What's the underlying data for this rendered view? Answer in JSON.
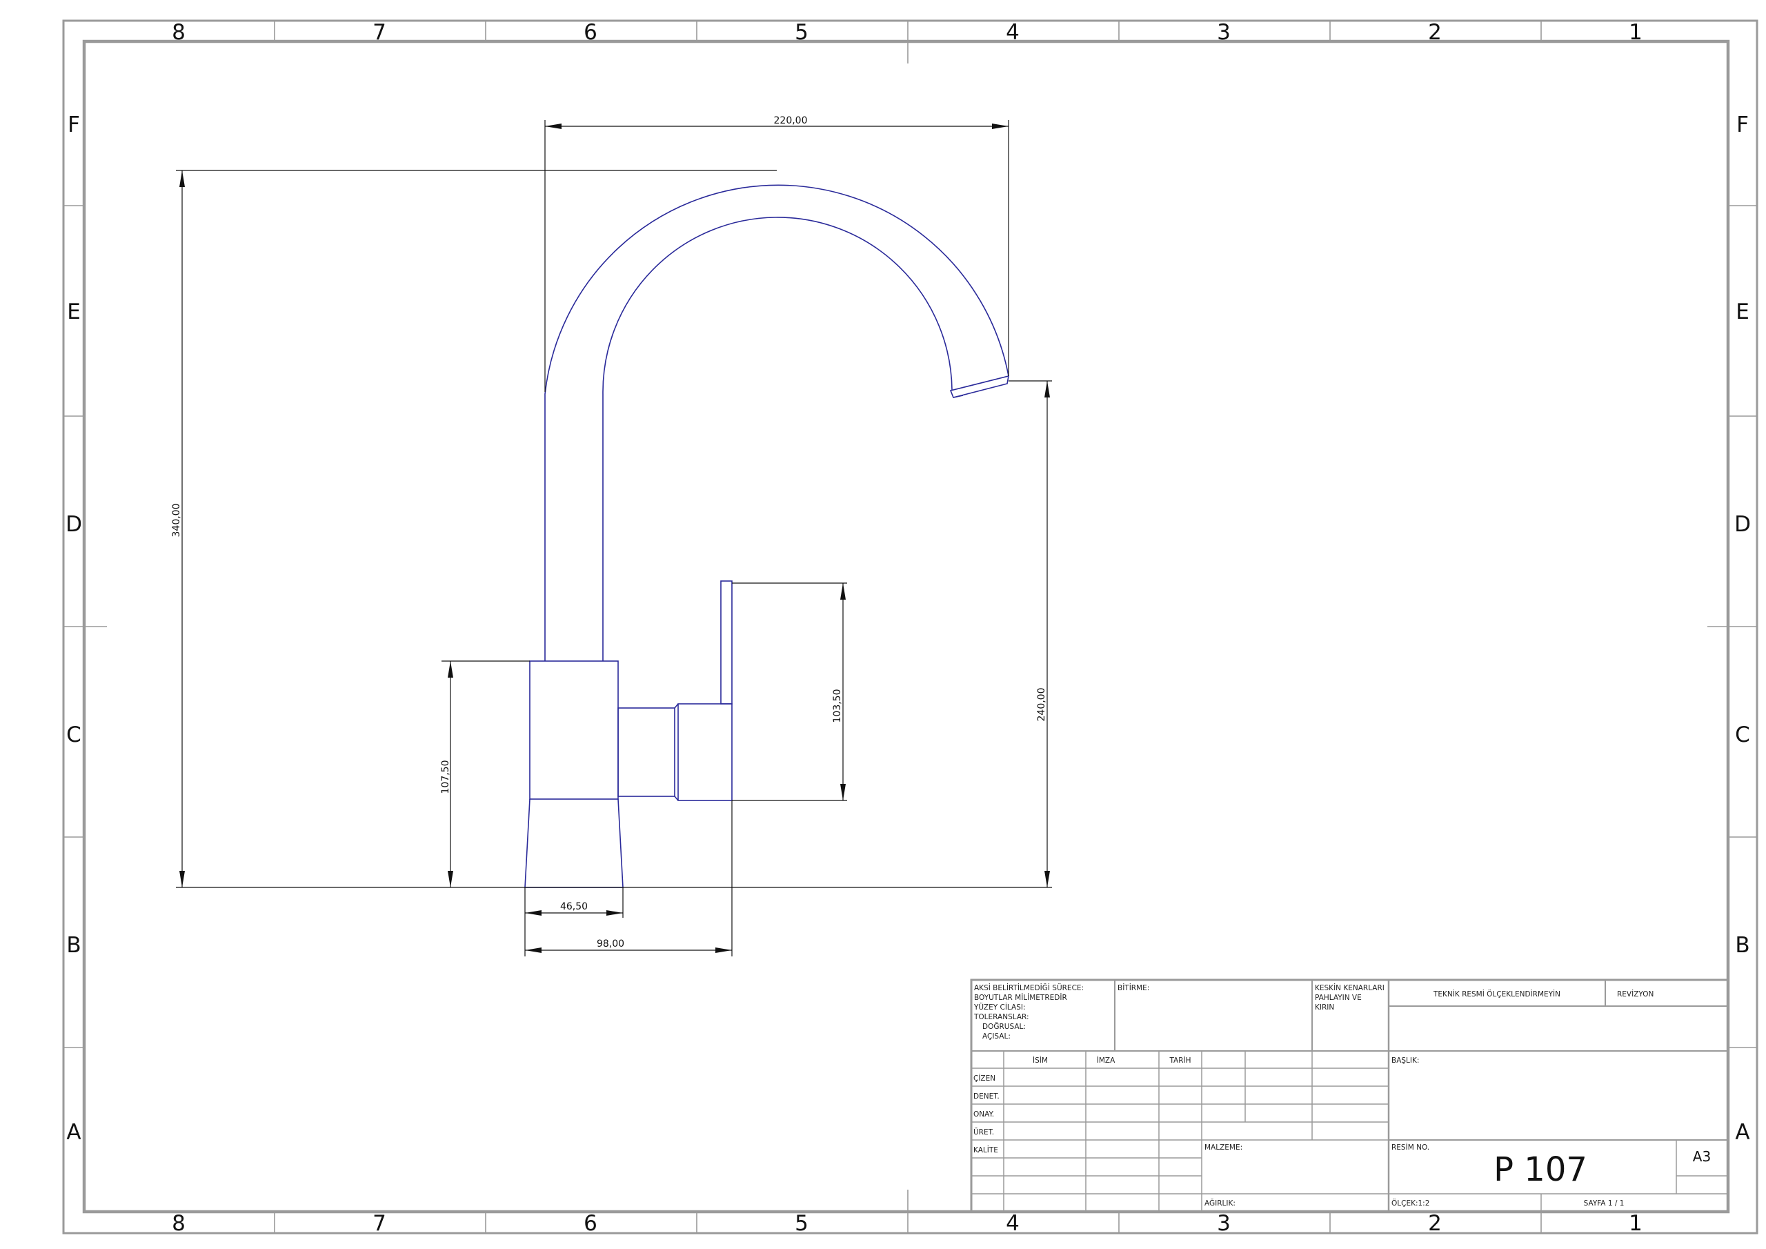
{
  "zones": {
    "columns": [
      "8",
      "7",
      "6",
      "5",
      "4",
      "3",
      "2",
      "1"
    ],
    "rows": [
      "F",
      "E",
      "D",
      "C",
      "B",
      "A"
    ]
  },
  "dimensions": {
    "spout_width": "220,00",
    "total_height": "340,00",
    "outlet_height": "240,00",
    "body_height": "107,50",
    "lever_height": "103,50",
    "body_width": "46,50",
    "overall_width": "98,00"
  },
  "title_block": {
    "tolerance_note": [
      "AKSİ BELİRTİLMEDİĞİ SÜRECE:",
      "BOYUTLAR MİLİMETREDİR",
      "YÜZEY CİLASI:",
      "TOLERANSLAR:",
      "DOĞRUSAL:",
      "AÇISAL:"
    ],
    "finish_label": "BİTİRME:",
    "edges_note": [
      "KESKİN KENARLARI",
      "PAHLAYIN VE",
      "KIRIN"
    ],
    "no_scale_note": "TEKNİK RESMİ ÖLÇEKLENDİRMEYİN",
    "revision_label": "REVİZYON",
    "col_headers": [
      "İSİM",
      "İMZA",
      "TARİH"
    ],
    "row_labels": [
      "ÇİZEN",
      "DENET.",
      "ONAY.",
      "ÜRET.",
      "KALİTE"
    ],
    "title_label": "BAŞLIK:",
    "material_label": "MALZEME:",
    "drawing_no_label": "RESİM NO.",
    "drawing_no": "P 107",
    "paper_size": "A3",
    "weight_label": "AĞIRLIK:",
    "scale_label": "ÖLÇEK:1:2",
    "sheet_label": "SAYFA 1 / 1"
  }
}
